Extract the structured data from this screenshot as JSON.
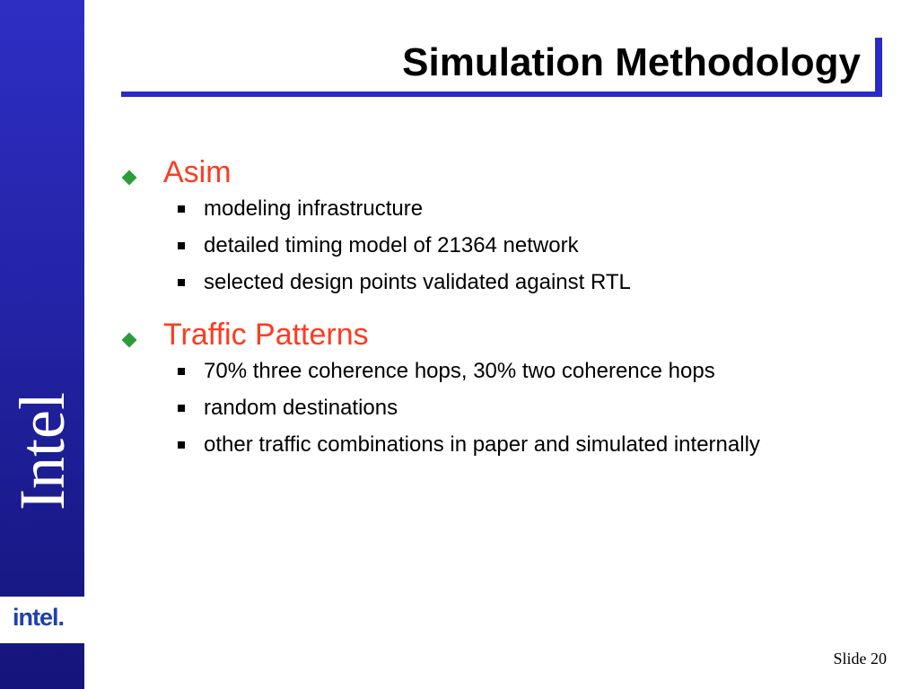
{
  "sidebar": {
    "vertical_text": "Intel",
    "logo_text": "intel."
  },
  "title": "Simulation Methodology",
  "sections": [
    {
      "label": "Asim",
      "items": [
        "modeling infrastructure",
        "detailed timing model of 21364 network",
        "selected design points validated against RTL"
      ]
    },
    {
      "label": "Traffic Patterns",
      "items": [
        "70% three coherence hops, 30% two coherence hops",
        "random destinations",
        "other traffic combinations in paper and simulated internally"
      ]
    }
  ],
  "footer": {
    "slide_label": "Slide",
    "slide_number": "20"
  },
  "colors": {
    "sidebar": "#2323a6",
    "accent_blue": "#2a2ac8",
    "section_heading": "#ff3b1f",
    "bullet_diamond": "#2a9d3a"
  }
}
